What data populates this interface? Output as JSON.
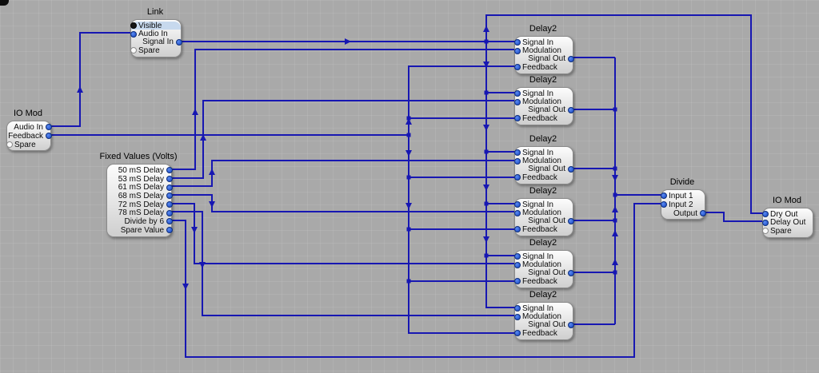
{
  "canvas": {
    "background_color": "#a9a9a9",
    "grid_size": 16,
    "wire_color": "#1717b2"
  },
  "nodes": [
    {
      "id": "link",
      "title": "Link",
      "ports": [
        {
          "label": "Visible",
          "side": "left",
          "dot": "black",
          "highlight": true
        },
        {
          "label": "Audio In",
          "side": "left",
          "dot": "blue"
        },
        {
          "label": "Signal In",
          "side": "right",
          "dot": "blue"
        },
        {
          "label": "Spare",
          "side": "left",
          "dot": "white"
        }
      ]
    },
    {
      "id": "iomod-left",
      "title": "IO Mod",
      "ports": [
        {
          "label": "Audio In",
          "side": "right",
          "dot": "blue"
        },
        {
          "label": "Feedback",
          "side": "right",
          "dot": "blue"
        },
        {
          "label": "Spare",
          "side": "left",
          "dot": "white"
        }
      ]
    },
    {
      "id": "fixed-values",
      "title": "Fixed Values (Volts)",
      "ports": [
        {
          "label": "50 mS Delay",
          "side": "right",
          "dot": "blue"
        },
        {
          "label": "53 mS Delay",
          "side": "right",
          "dot": "blue"
        },
        {
          "label": "61 mS Delay",
          "side": "right",
          "dot": "blue"
        },
        {
          "label": "68 mS Delay",
          "side": "right",
          "dot": "blue"
        },
        {
          "label": "72 mS Delay",
          "side": "right",
          "dot": "blue"
        },
        {
          "label": "78 mS Delay",
          "side": "right",
          "dot": "blue"
        },
        {
          "label": "Divide by 6",
          "side": "right",
          "dot": "blue"
        },
        {
          "label": "Spare Value",
          "side": "right",
          "dot": "blue"
        }
      ]
    },
    {
      "id": "delay-1",
      "title": "Delay2",
      "ports": [
        {
          "label": "Signal In",
          "side": "left",
          "dot": "blue"
        },
        {
          "label": "Modulation",
          "side": "left",
          "dot": "blue"
        },
        {
          "label": "Signal Out",
          "side": "right",
          "dot": "blue"
        },
        {
          "label": "Feedback",
          "side": "left",
          "dot": "blue"
        }
      ]
    },
    {
      "id": "delay-2",
      "title": "Delay2",
      "ports": [
        {
          "label": "Signal In",
          "side": "left",
          "dot": "blue"
        },
        {
          "label": "Modulation",
          "side": "left",
          "dot": "blue"
        },
        {
          "label": "Signal Out",
          "side": "right",
          "dot": "blue"
        },
        {
          "label": "Feedback",
          "side": "left",
          "dot": "blue"
        }
      ]
    },
    {
      "id": "delay-3",
      "title": "Delay2",
      "ports": [
        {
          "label": "Signal In",
          "side": "left",
          "dot": "blue"
        },
        {
          "label": "Modulation",
          "side": "left",
          "dot": "blue"
        },
        {
          "label": "Signal Out",
          "side": "right",
          "dot": "blue"
        },
        {
          "label": "Feedback",
          "side": "left",
          "dot": "blue"
        }
      ]
    },
    {
      "id": "delay-4",
      "title": "Delay2",
      "ports": [
        {
          "label": "Signal In",
          "side": "left",
          "dot": "blue"
        },
        {
          "label": "Modulation",
          "side": "left",
          "dot": "blue"
        },
        {
          "label": "Signal Out",
          "side": "right",
          "dot": "blue"
        },
        {
          "label": "Feedback",
          "side": "left",
          "dot": "blue"
        }
      ]
    },
    {
      "id": "delay-5",
      "title": "Delay2",
      "ports": [
        {
          "label": "Signal In",
          "side": "left",
          "dot": "blue"
        },
        {
          "label": "Modulation",
          "side": "left",
          "dot": "blue"
        },
        {
          "label": "Signal Out",
          "side": "right",
          "dot": "blue"
        },
        {
          "label": "Feedback",
          "side": "left",
          "dot": "blue"
        }
      ]
    },
    {
      "id": "delay-6",
      "title": "Delay2",
      "ports": [
        {
          "label": "Signal In",
          "side": "left",
          "dot": "blue"
        },
        {
          "label": "Modulation",
          "side": "left",
          "dot": "blue"
        },
        {
          "label": "Signal Out",
          "side": "right",
          "dot": "blue"
        },
        {
          "label": "Feedback",
          "side": "left",
          "dot": "blue"
        }
      ]
    },
    {
      "id": "divide",
      "title": "Divide",
      "ports": [
        {
          "label": "Input 1",
          "side": "left",
          "dot": "blue"
        },
        {
          "label": "Input 2",
          "side": "left",
          "dot": "blue"
        },
        {
          "label": "Output",
          "side": "right",
          "dot": "blue"
        }
      ]
    },
    {
      "id": "iomod-right",
      "title": "IO Mod",
      "ports": [
        {
          "label": "Dry Out",
          "side": "left",
          "dot": "blue"
        },
        {
          "label": "Delay Out",
          "side": "left",
          "dot": "blue"
        },
        {
          "label": "Spare",
          "side": "left",
          "dot": "white"
        }
      ]
    }
  ]
}
